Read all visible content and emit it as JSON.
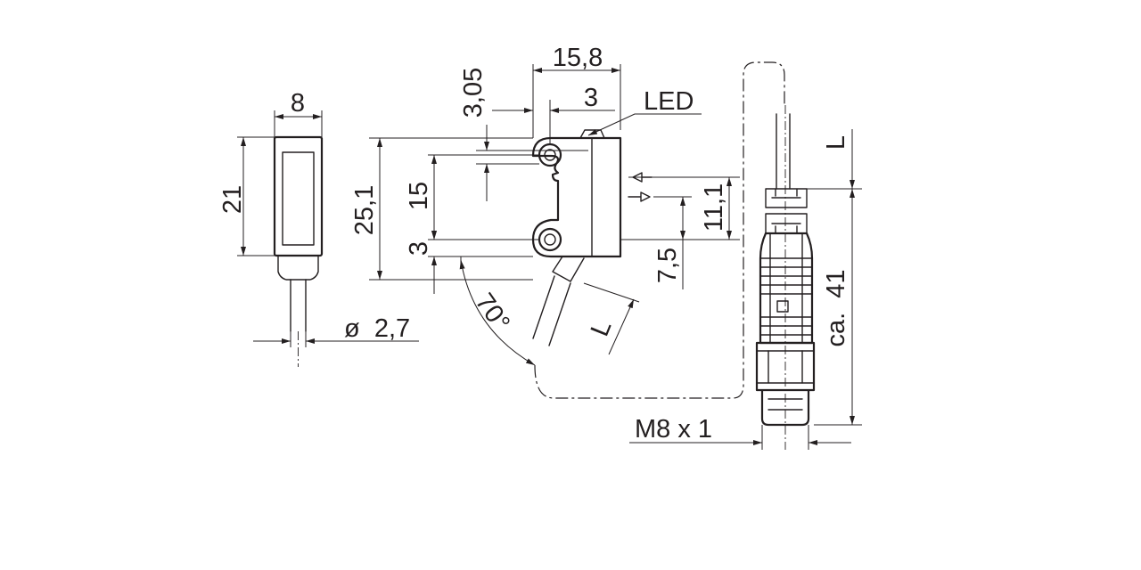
{
  "dimensions": {
    "width_8": "8",
    "height_21": "21",
    "diameter_cable": "ø  2,7",
    "width_15_8": "15,8",
    "offset_3_05": "3,05",
    "offset_3_top": "3",
    "led": "LED",
    "height_25_1": "25,1",
    "spacing_15": "15",
    "offset_3_side": "3",
    "angle_70": "70°",
    "cable_L": "L",
    "height_11_1": "11,1",
    "height_7_5": "7,5",
    "connector_L": "L",
    "length_ca_41": "ca.  41",
    "thread_m8": "M8 x 1"
  }
}
